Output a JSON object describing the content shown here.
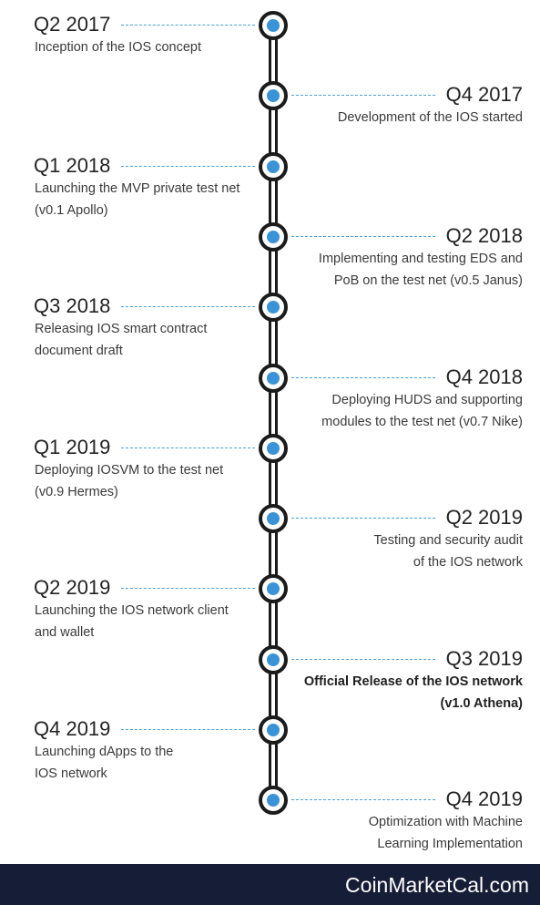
{
  "milestones": [
    {
      "date": "Q2 2017",
      "text": "Inception of the IOS concept",
      "side": "left",
      "emphasis": false
    },
    {
      "date": "Q4 2017",
      "text": "Development of the IOS started",
      "side": "right",
      "emphasis": false
    },
    {
      "date": "Q1 2018",
      "text": "Launching the MVP private test net\n(v0.1 Apollo)",
      "side": "left",
      "emphasis": false
    },
    {
      "date": "Q2 2018",
      "text": "Implementing and testing EDS and\nPoB on the test net (v0.5 Janus)",
      "side": "right",
      "emphasis": false
    },
    {
      "date": "Q3 2018",
      "text": "Releasing IOS smart contract\ndocument draft",
      "side": "left",
      "emphasis": false
    },
    {
      "date": "Q4 2018",
      "text": "Deploying HUDS and supporting\nmodules to the test net (v0.7 Nike)",
      "side": "right",
      "emphasis": false
    },
    {
      "date": "Q1 2019",
      "text": "Deploying IOSVM to the test net\n(v0.9 Hermes)",
      "side": "left",
      "emphasis": false
    },
    {
      "date": "Q2 2019",
      "text": "Testing and security audit\nof the IOS network",
      "side": "right",
      "emphasis": false
    },
    {
      "date": "Q2 2019",
      "text": "Launching the IOS network client\nand wallet",
      "side": "left",
      "emphasis": false
    },
    {
      "date": "Q3 2019",
      "text": "Official Release of the IOS network\n(v1.0 Athena)",
      "side": "right",
      "emphasis": true
    },
    {
      "date": "Q4 2019",
      "text": "Launching dApps to the\nIOS network",
      "side": "left",
      "emphasis": false
    },
    {
      "date": "Q4 2019",
      "text": "Optimization with Machine\nLearning Implementation",
      "side": "right",
      "emphasis": false
    }
  ],
  "footer": {
    "brand": "CoinMarketCal.com"
  },
  "colors": {
    "accent": "#3a93d6",
    "line": "#1b1b1b",
    "footer_bg": "#161d36"
  }
}
